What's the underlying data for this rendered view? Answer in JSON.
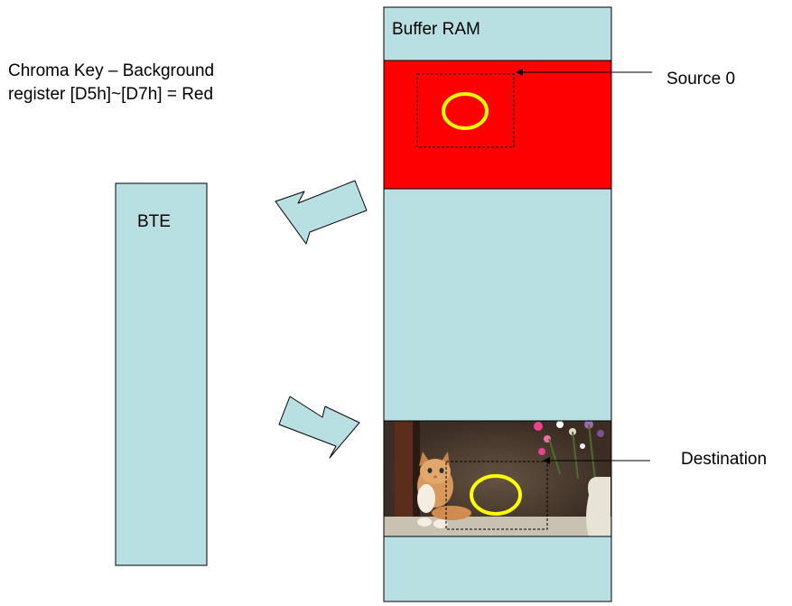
{
  "buffer_ram": {
    "label": "Buffer RAM",
    "fill": "#b8e0e2",
    "border": "#000000"
  },
  "chroma_key": {
    "line1": "Chroma Key – Background",
    "line2": "register [D5h]~[D7h] = Red"
  },
  "bte": {
    "label": "BTE",
    "fill": "#b8e0e2"
  },
  "source": {
    "label": "Source 0",
    "fill": "#ff0000",
    "circle_color": "#ffff00"
  },
  "destination": {
    "label": "Destination",
    "circle_color": "#ffff00"
  },
  "colors": {
    "panel": "#b8e0e2",
    "key_red": "#ff0000",
    "circle": "#ffff00",
    "stroke": "#000000"
  }
}
